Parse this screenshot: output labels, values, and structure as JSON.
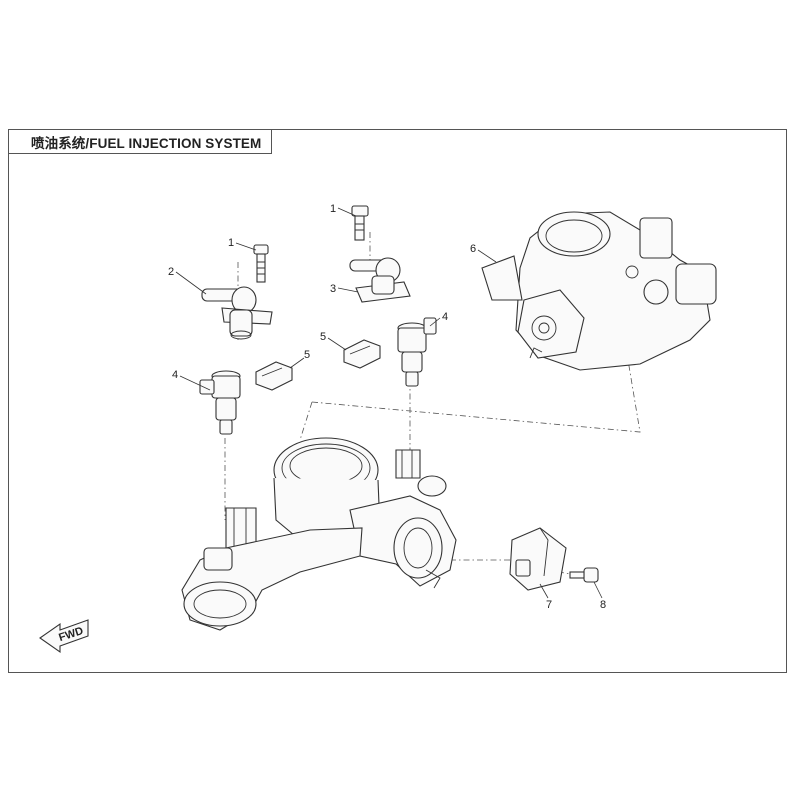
{
  "title": "喷油系统/FUEL INJECTION SYSTEM",
  "callouts": [
    "1",
    "1",
    "2",
    "3",
    "4",
    "4",
    "5",
    "5",
    "6",
    "7",
    "8"
  ],
  "fwd_label": "FWD",
  "colors": {
    "line": "#333333",
    "background": "#ffffff"
  }
}
